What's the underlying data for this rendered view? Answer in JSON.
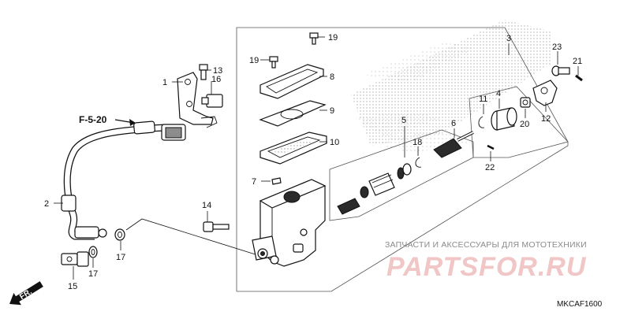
{
  "diagram_code": "MKCAF1600",
  "reference": "F-5-20",
  "direction_label": "FR.",
  "watermark": {
    "top_text": "ЗАПЧАСТИ И АКСЕССУАРЫ ДЛЯ МОТОТЕХНИКИ",
    "brand_text": "PARTSFOR.RU"
  },
  "callouts": [
    "1",
    "2",
    "3",
    "4",
    "5",
    "6",
    "7",
    "8",
    "9",
    "10",
    "11",
    "12",
    "13",
    "14",
    "15",
    "16",
    "17",
    "17",
    "18",
    "19",
    "19",
    "20",
    "21",
    "22",
    "23"
  ]
}
